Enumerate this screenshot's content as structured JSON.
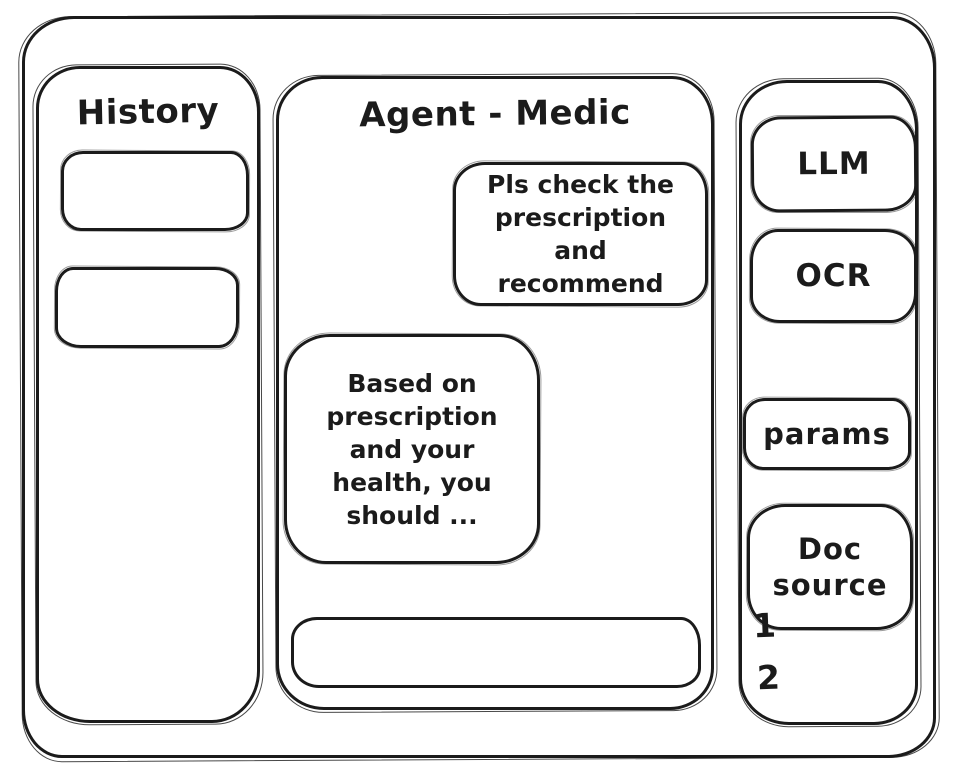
{
  "window": {
    "stroke_color": "#1b1b1b",
    "background": "#ffffff"
  },
  "sidebar": {
    "title": "History",
    "items": [
      {
        "label": ""
      },
      {
        "label": ""
      }
    ]
  },
  "chat": {
    "title": "Agent - Medic",
    "messages": [
      {
        "role": "user",
        "text": "Pls check the prescription and recommend"
      },
      {
        "role": "assistant",
        "text": "Based on prescription and your health, you should ..."
      }
    ],
    "input": {
      "value": "",
      "placeholder": ""
    }
  },
  "tools": {
    "llm_label": "LLM",
    "ocr_label": "OCR",
    "params_label": "params",
    "doc_source_label": "Doc source",
    "doc_source_items": [
      "1",
      "2"
    ]
  }
}
